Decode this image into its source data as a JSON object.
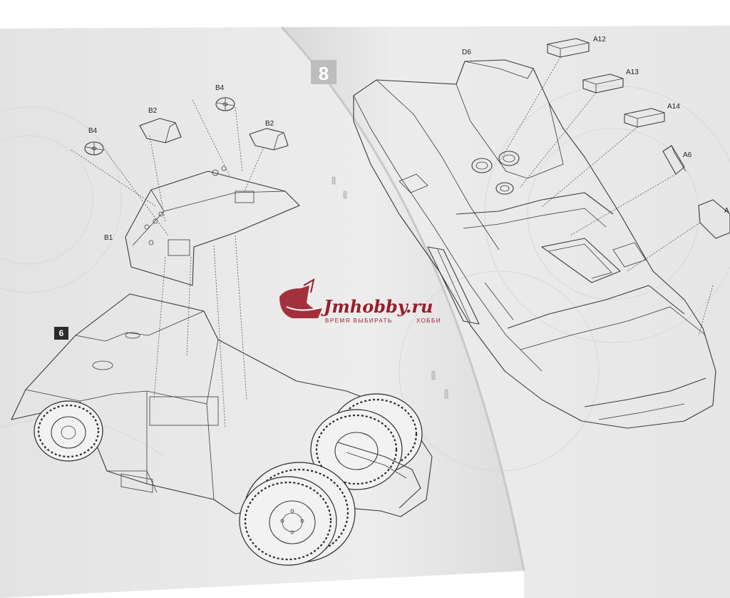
{
  "steps": {
    "left": "6",
    "right": "8"
  },
  "left_parts": {
    "b4_left": "B4",
    "b4_right": "B4",
    "b2_left": "B2",
    "b2_right": "B2",
    "b1": "B1"
  },
  "right_parts": {
    "d6": "D6",
    "a12": "A12",
    "a13": "A13",
    "a14": "A14",
    "a6": "A6",
    "a_cut": "A"
  },
  "watermark": {
    "title": "Jmhobby.ru",
    "tagline_left": "ВРЕМЯ ВЫБИРАТЬ",
    "tagline_right": "ХОББИ"
  },
  "colors": {
    "paper": "#ececec",
    "ink": "#3a3a3a",
    "watermark": "#9a1d2a"
  }
}
